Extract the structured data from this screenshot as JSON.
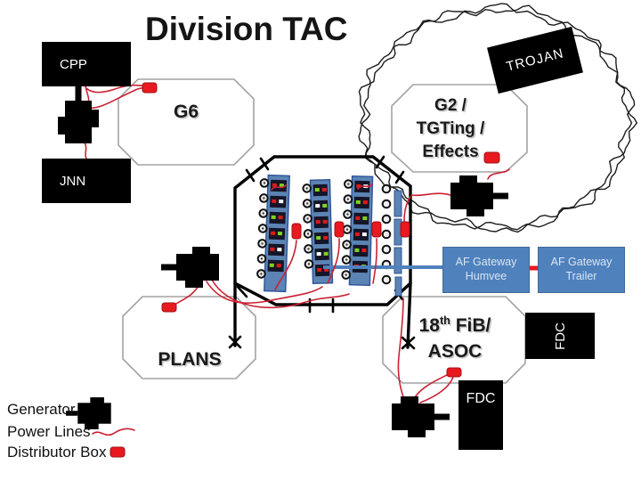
{
  "title": "Division TAC",
  "boxes": {
    "cpp": {
      "label": "CPP"
    },
    "jnn": {
      "label": "JNN"
    },
    "trojan": {
      "label": "TROJAN"
    },
    "fdc_side": {
      "label": "FDC"
    },
    "fdc_bottom": {
      "label": "FDC"
    }
  },
  "areas": {
    "g6": {
      "label": "G6"
    },
    "g2": {
      "lines": [
        "G2 /",
        "TGTing /",
        "Effects"
      ]
    },
    "plans": {
      "label": "PLANS"
    },
    "fib": {
      "num": "18",
      "sup": "th",
      "rest": " FiB/",
      "line2": "ASOC"
    }
  },
  "gateways": {
    "humvee": {
      "line1": "AF Gateway",
      "line2": "Humvee"
    },
    "trailer": {
      "line1": "AF Gateway",
      "line2": "Trailer"
    }
  },
  "legend": {
    "generator": "Generator",
    "power_lines": "Power Lines",
    "distributor_box": "Distributor Box"
  },
  "colors": {
    "distributor_red": "#e8191f",
    "power_line_red": "#cb2233",
    "gateway_blue": "#4f81bd",
    "gateway_border": "#41699c",
    "rack_blue": "#5b84b5",
    "rack_border": "#2f5496",
    "module_dark": "#151528",
    "led_red": "#e01818",
    "led_green": "#7ed321",
    "cloud_ink": "#1c1c1c"
  }
}
